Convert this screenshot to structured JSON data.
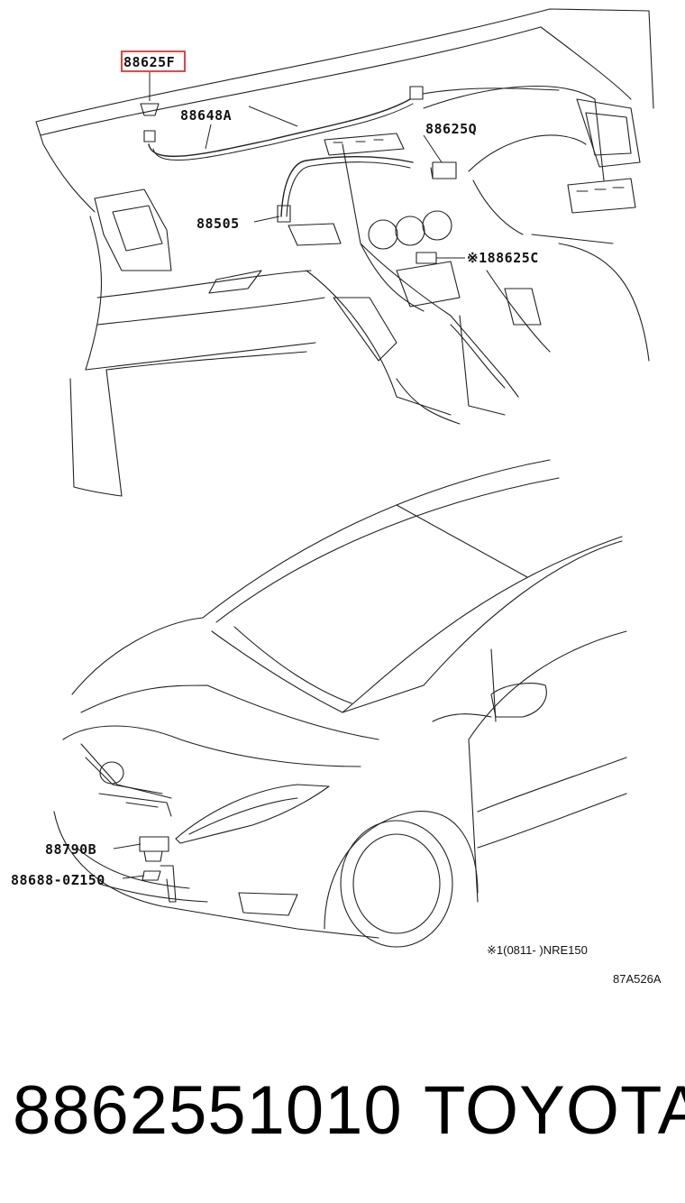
{
  "callouts": {
    "c_88625f": "88625F",
    "c_88648a": "88648A",
    "c_88625q": "88625Q",
    "c_88505": "88505",
    "c_88625c": "※188625C",
    "c_88790b": "88790B",
    "c_88688": "88688-0Z150"
  },
  "footnote": "※1(0811-      )NRE150",
  "figure_code": "87A526A",
  "highlight_color": "#e0302a",
  "footer": {
    "part_number": "8862551010",
    "brand": "TOYOTA"
  }
}
